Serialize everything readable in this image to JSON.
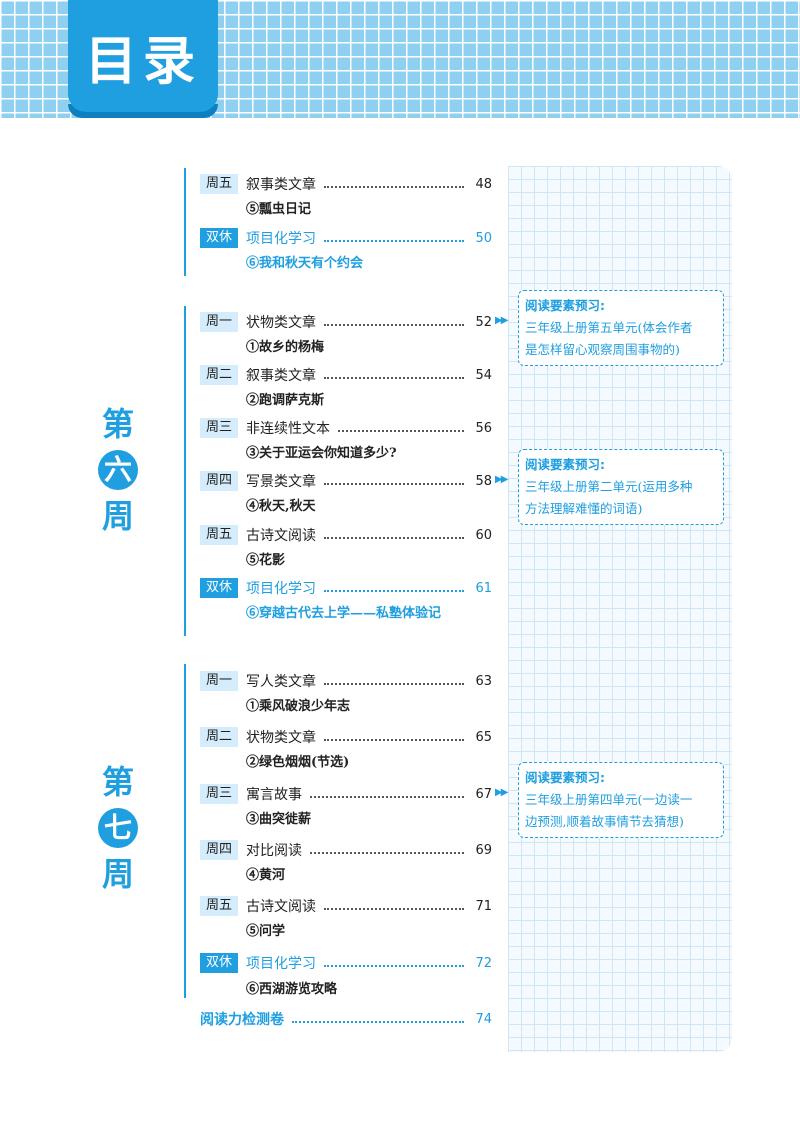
{
  "title": "目录",
  "colors": {
    "accent": "#1f9ee0",
    "day_tab": "#d4ecfb"
  },
  "weeks": [
    {
      "prefix": "第",
      "num": "六",
      "suffix": "周"
    },
    {
      "prefix": "第",
      "num": "七",
      "suffix": "周"
    }
  ],
  "top_block": [
    {
      "day": "周五",
      "title": "叙事类文章",
      "page": "48",
      "sub": "⑤瓢虫日记"
    },
    {
      "day": "双休",
      "title": "项目化学习",
      "page": "50",
      "sub": "⑥我和秋天有个约会"
    }
  ],
  "week6": [
    {
      "day": "周一",
      "title": "状物类文章",
      "page": "52",
      "sub": "①故乡的杨梅"
    },
    {
      "day": "周二",
      "title": "叙事类文章",
      "page": "54",
      "sub": "②跑调萨克斯"
    },
    {
      "day": "周三",
      "title": "非连续性文本",
      "page": "56",
      "sub": "③关于亚运会你知道多少?"
    },
    {
      "day": "周四",
      "title": "写景类文章",
      "page": "58",
      "sub": "④秋天,秋天"
    },
    {
      "day": "周五",
      "title": "古诗文阅读",
      "page": "60",
      "sub": "⑤花影"
    },
    {
      "day": "双休",
      "title": "项目化学习",
      "page": "61",
      "sub": "⑥穿越古代去上学——私塾体验记"
    }
  ],
  "week7": [
    {
      "day": "周一",
      "title": "写人类文章",
      "page": "63",
      "sub": "①乘风破浪少年志"
    },
    {
      "day": "周二",
      "title": "状物类文章",
      "page": "65",
      "sub": "②绿色烟烟(节选)"
    },
    {
      "day": "周三",
      "title": "寓言故事",
      "page": "67",
      "sub": "③曲突徙薪"
    },
    {
      "day": "周四",
      "title": "对比阅读",
      "page": "69",
      "sub": "④黄河"
    },
    {
      "day": "周五",
      "title": "古诗文阅读",
      "page": "71",
      "sub": "⑤问学"
    },
    {
      "day": "双休",
      "title": "项目化学习",
      "page": "72",
      "sub": "⑥西湖游览攻略"
    }
  ],
  "final": {
    "title": "阅读力检测卷",
    "page": "74"
  },
  "previews": [
    {
      "heading": "阅读要素预习:",
      "line1": "三年级上册第五单元(体会作者",
      "line2": "是怎样留心观察周围事物的)"
    },
    {
      "heading": "阅读要素预习:",
      "line1": "三年级上册第二单元(运用多种",
      "line2": "方法理解难懂的词语)"
    },
    {
      "heading": "阅读要素预习:",
      "line1": "三年级上册第四单元(一边读一",
      "line2": "边预测,顺着故事情节去猜想)"
    }
  ],
  "arrow_glyph": "▶▶"
}
